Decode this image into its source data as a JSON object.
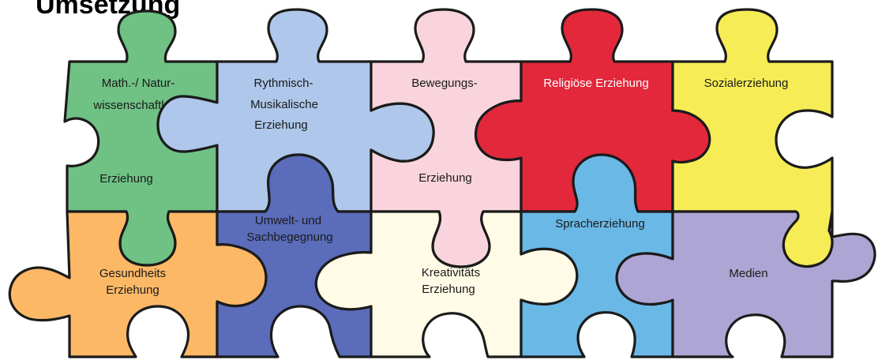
{
  "title": "Umsetzung",
  "colors": {
    "math": "#6fc184",
    "rhythm": "#aec7ea",
    "movement": "#f9d4dc",
    "religion": "#e3283b",
    "social": "#f6ec55",
    "health": "#fdb866",
    "environment": "#5a6cba",
    "creativity": "#fffbe6",
    "language": "#6ab8e6",
    "media": "#ada5d3",
    "outline": "#1b1b1b"
  },
  "pieces": {
    "math": {
      "line1": "Math.-/ Natur-",
      "line2": "wissenschaftl",
      "line3": "Erziehung"
    },
    "rhythm": {
      "line1": "Rythmisch-",
      "line2": "Musikalische",
      "line3": "Erziehung"
    },
    "movement": {
      "line1": "Bewegungs-",
      "line2": "Erziehung"
    },
    "religion": {
      "line1": "Religiöse Erziehung"
    },
    "social": {
      "line1": "Sozialerziehung"
    },
    "health": {
      "line1": "Gesundheits",
      "line2": "Erziehung"
    },
    "environment": {
      "line1": "Umwelt- und",
      "line2": "Sachbegegnung"
    },
    "creativity": {
      "line1": "Kreativitäts",
      "line2": "Erziehung"
    },
    "language": {
      "line1": "Spracherziehung"
    },
    "media": {
      "line1": "Medien"
    }
  }
}
